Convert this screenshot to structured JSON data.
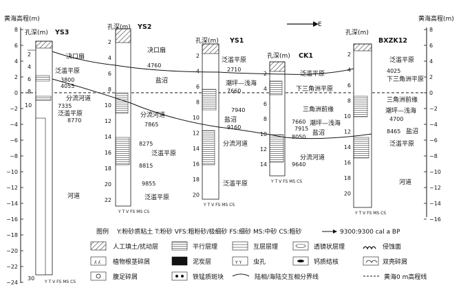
{
  "axes": {
    "left_title": "黄海高程(m)",
    "right_title": "黄海高程(m)",
    "left_ticks": [
      "8",
      "6",
      "4",
      "2",
      "0",
      "−2",
      "−4",
      "−6",
      "−8",
      "−10",
      "−12",
      "−14",
      "−16",
      "−18",
      "−20",
      "−22",
      "−24"
    ],
    "right_ticks": [
      "8",
      "6",
      "4",
      "2",
      "0",
      "−2",
      "−4",
      "−6",
      "−8",
      "−10",
      "−12",
      "−14",
      "−16"
    ],
    "direction": "E"
  },
  "cores": [
    {
      "id": "YS3",
      "depth_label": "孔深(m)",
      "ticks": [
        "2",
        "4",
        "6",
        "8",
        "10"
      ],
      "labels": [
        {
          "text": "决口扇"
        },
        {
          "text": "泛滥平原"
        },
        {
          "text": "3800"
        },
        {
          "text": "4055"
        },
        {
          "text": "分流河道"
        },
        {
          "text": "7335"
        },
        {
          "text": "泛滥平原"
        },
        {
          "text": "8770"
        },
        {
          "text": "河道"
        }
      ],
      "bottom_depth": "30",
      "grain_axis": "Y T V FS MS CS"
    },
    {
      "id": "YS2",
      "depth_label": "孔深(m)",
      "ticks": [
        "2",
        "4",
        "6",
        "8",
        "10",
        "12",
        "14",
        "16",
        "18",
        "20",
        "22"
      ],
      "labels": [
        {
          "text": "决口扇"
        },
        {
          "text": "4760"
        },
        {
          "text": "盐沼"
        },
        {
          "text": "分流河道"
        },
        {
          "text": "7865"
        },
        {
          "text": "8275"
        },
        {
          "text": "泛滥平原"
        },
        {
          "text": "8815"
        },
        {
          "text": "9855"
        },
        {
          "text": "泛滥平原"
        }
      ],
      "grain_axis": "Y T V FS MS CS"
    },
    {
      "id": "YS1",
      "depth_label": "孔深(m)",
      "ticks": [
        "2",
        "4",
        "6",
        "8",
        "10",
        "12",
        "14",
        "16",
        "18",
        "20"
      ],
      "labels": [
        {
          "text": "泛滥平原"
        },
        {
          "text": "2710"
        },
        {
          "text": "潮坪—浅海"
        },
        {
          "text": "7660"
        },
        {
          "text": "7940"
        },
        {
          "text": "盐沼"
        },
        {
          "text": "9160"
        },
        {
          "text": "分流河道"
        },
        {
          "text": "泛滥平原"
        }
      ],
      "grain_axis": "Y T V FS MS CS"
    },
    {
      "id": "CK1",
      "depth_label": "孔深(m)",
      "ticks": [
        "2",
        "4",
        "6",
        "8",
        "10",
        "12",
        "14"
      ],
      "labels": [
        {
          "text": "泛滥平原"
        },
        {
          "text": "下三角洲平原"
        },
        {
          "text": "三角洲前缘"
        },
        {
          "text": "潮坪—浅海"
        },
        {
          "text": "7660"
        },
        {
          "text": "7915"
        },
        {
          "text": "8050"
        },
        {
          "text": "盐沼"
        },
        {
          "text": "分流河道"
        },
        {
          "text": "9640"
        }
      ],
      "grain_axis": "Y T V FS MS CS"
    },
    {
      "id": "BXZK12",
      "depth_label": "孔深(m)",
      "ticks": [
        "2",
        "4",
        "6",
        "8",
        "10",
        "12",
        "14",
        "16",
        "18",
        "20"
      ],
      "labels": [
        {
          "text": "泛滥平原"
        },
        {
          "text": "4025"
        },
        {
          "text": "下三角洲平原"
        },
        {
          "text": "三角洲前缘"
        },
        {
          "text": "潮坪—浅海"
        },
        {
          "text": "4700"
        },
        {
          "text": "8465"
        },
        {
          "text": "盐沼"
        },
        {
          "text": "泛滥平原"
        },
        {
          "text": "河道"
        }
      ],
      "grain_axis": "Y T V FS MS CS"
    }
  ],
  "legend": {
    "title": "图例",
    "abbrev": "Y:粉砂质粘土  T:粉砂  VFS:粗粉砂/极细砂  FS:细砂  MS:中砂  CS:粗砂",
    "date_note": "9300:9300 cal a BP",
    "items": [
      {
        "label": "人工填土/扰动层",
        "icon": "hatch"
      },
      {
        "label": "平行层理",
        "icon": "parallel-bedding"
      },
      {
        "label": "互层层理",
        "icon": "interbedding"
      },
      {
        "label": "透镜状层理",
        "icon": "lenticular-bedding"
      },
      {
        "label": "侵蚀面",
        "icon": "erosion-surface"
      },
      {
        "label": "植物根茎碎屑",
        "icon": "plant-root"
      },
      {
        "label": "泥炭层",
        "icon": "peat"
      },
      {
        "label": "虫孔",
        "icon": "burrow"
      },
      {
        "label": "钙质结核",
        "icon": "calcareous-nodule"
      },
      {
        "label": "双壳碎屑",
        "icon": "bivalve"
      },
      {
        "label": "腹足碎屑",
        "icon": "gastropod"
      },
      {
        "label": "铁锰质斑块",
        "icon": "fe-mn-patch"
      },
      {
        "label": "陆相/海陆交互相分界线",
        "icon": "boundary-line"
      },
      {
        "label": "黄海0 m高程线",
        "icon": "zero-line"
      }
    ]
  },
  "colors": {
    "ink": "#111111",
    "peat": "#111111",
    "hatch": "#333333"
  }
}
